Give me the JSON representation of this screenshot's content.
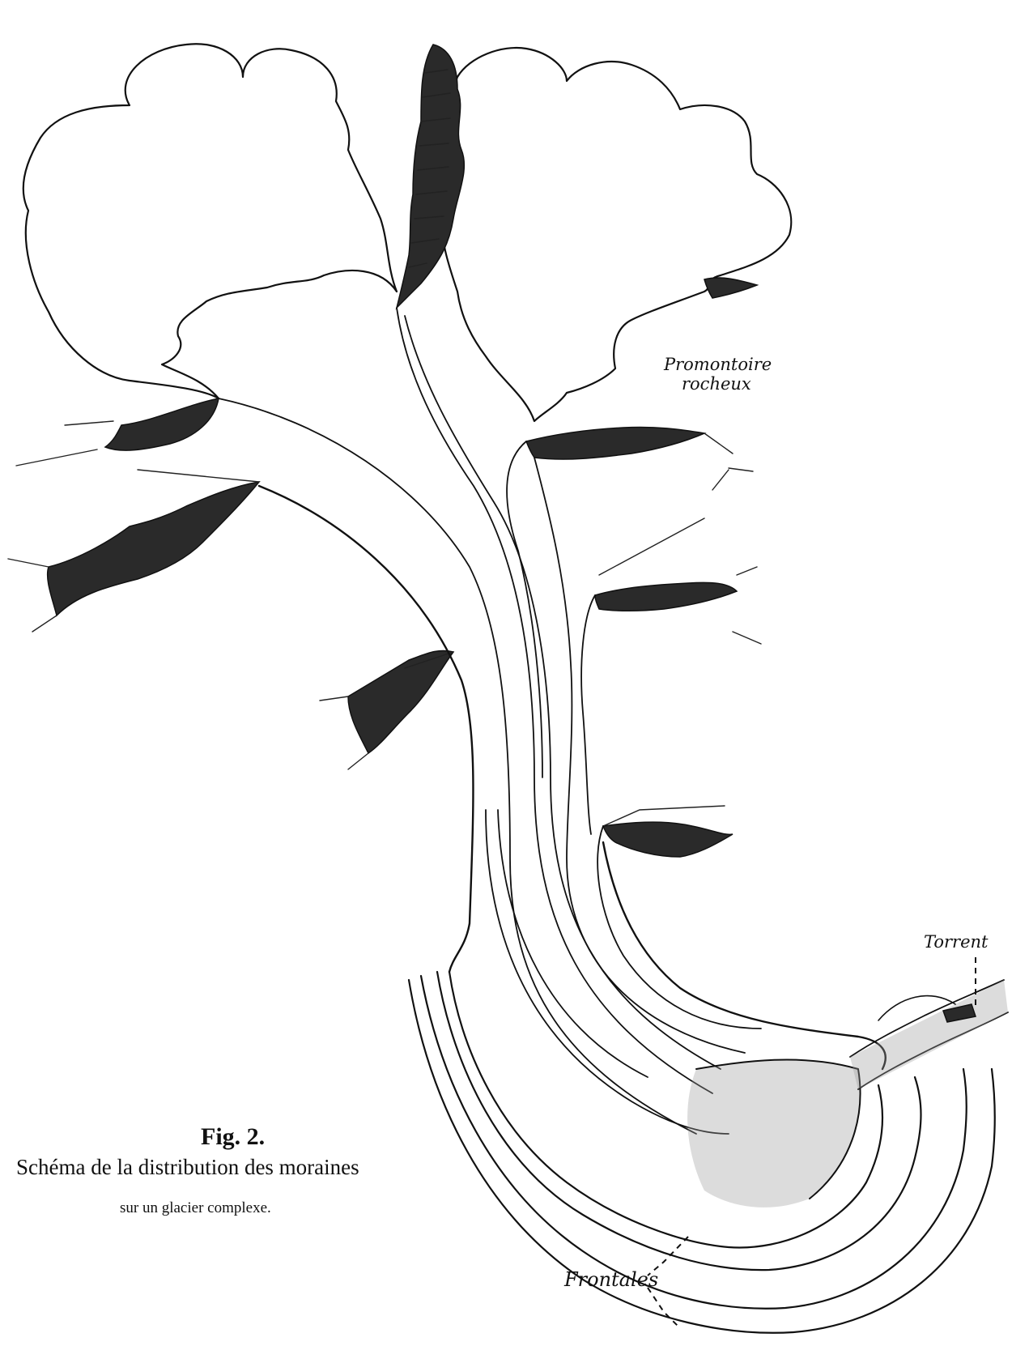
{
  "figure": {
    "title": "Fig. 2.",
    "caption_line1": "Schéma de la distribution des moraines",
    "caption_line2": "sur un glacier complexe."
  },
  "labels": {
    "promontoire_line1": "Promontoire",
    "promontoire_line2": "rocheux",
    "torrent": "Torrent",
    "frontales": "Frontales"
  },
  "colors": {
    "ink": "#111111",
    "paper": "#ffffff"
  }
}
